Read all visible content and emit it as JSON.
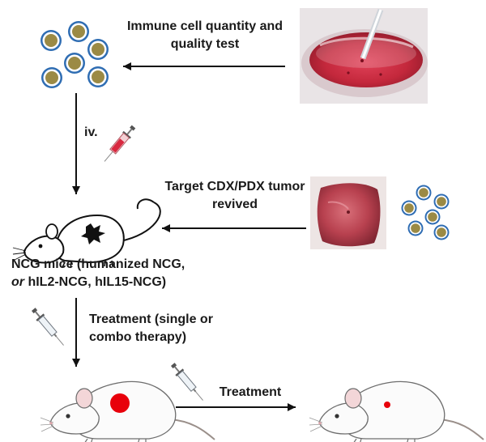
{
  "step1_label_line1": "Immune cell quantity and",
  "step1_label_line2": "quality test",
  "iv_label": "iv.",
  "step2_label_line1": "Target CDX/PDX tumor",
  "step2_label_line2": "revived",
  "mice_label_line1": "NCG mice (humanized NCG,",
  "mice_label_or": "or",
  "mice_label_line2_rest": " hIL2-NCG, hIL15-NCG)",
  "step3_label_line1": "Treatment (single or",
  "step3_label_line2": "combo therapy)",
  "step4_label": "Treatment",
  "colors": {
    "cell_ring": "#2f6db3",
    "cell_core": "#9b8a45",
    "tumor_red": "#e8000b",
    "arrow": "#111111",
    "dish_red": "#c4283c"
  },
  "icons": [
    "immune-cell-icon",
    "petri-dish-photo",
    "syringe-icon",
    "mouse-drawing",
    "tumor-tissue-photo",
    "tumor-spot"
  ]
}
